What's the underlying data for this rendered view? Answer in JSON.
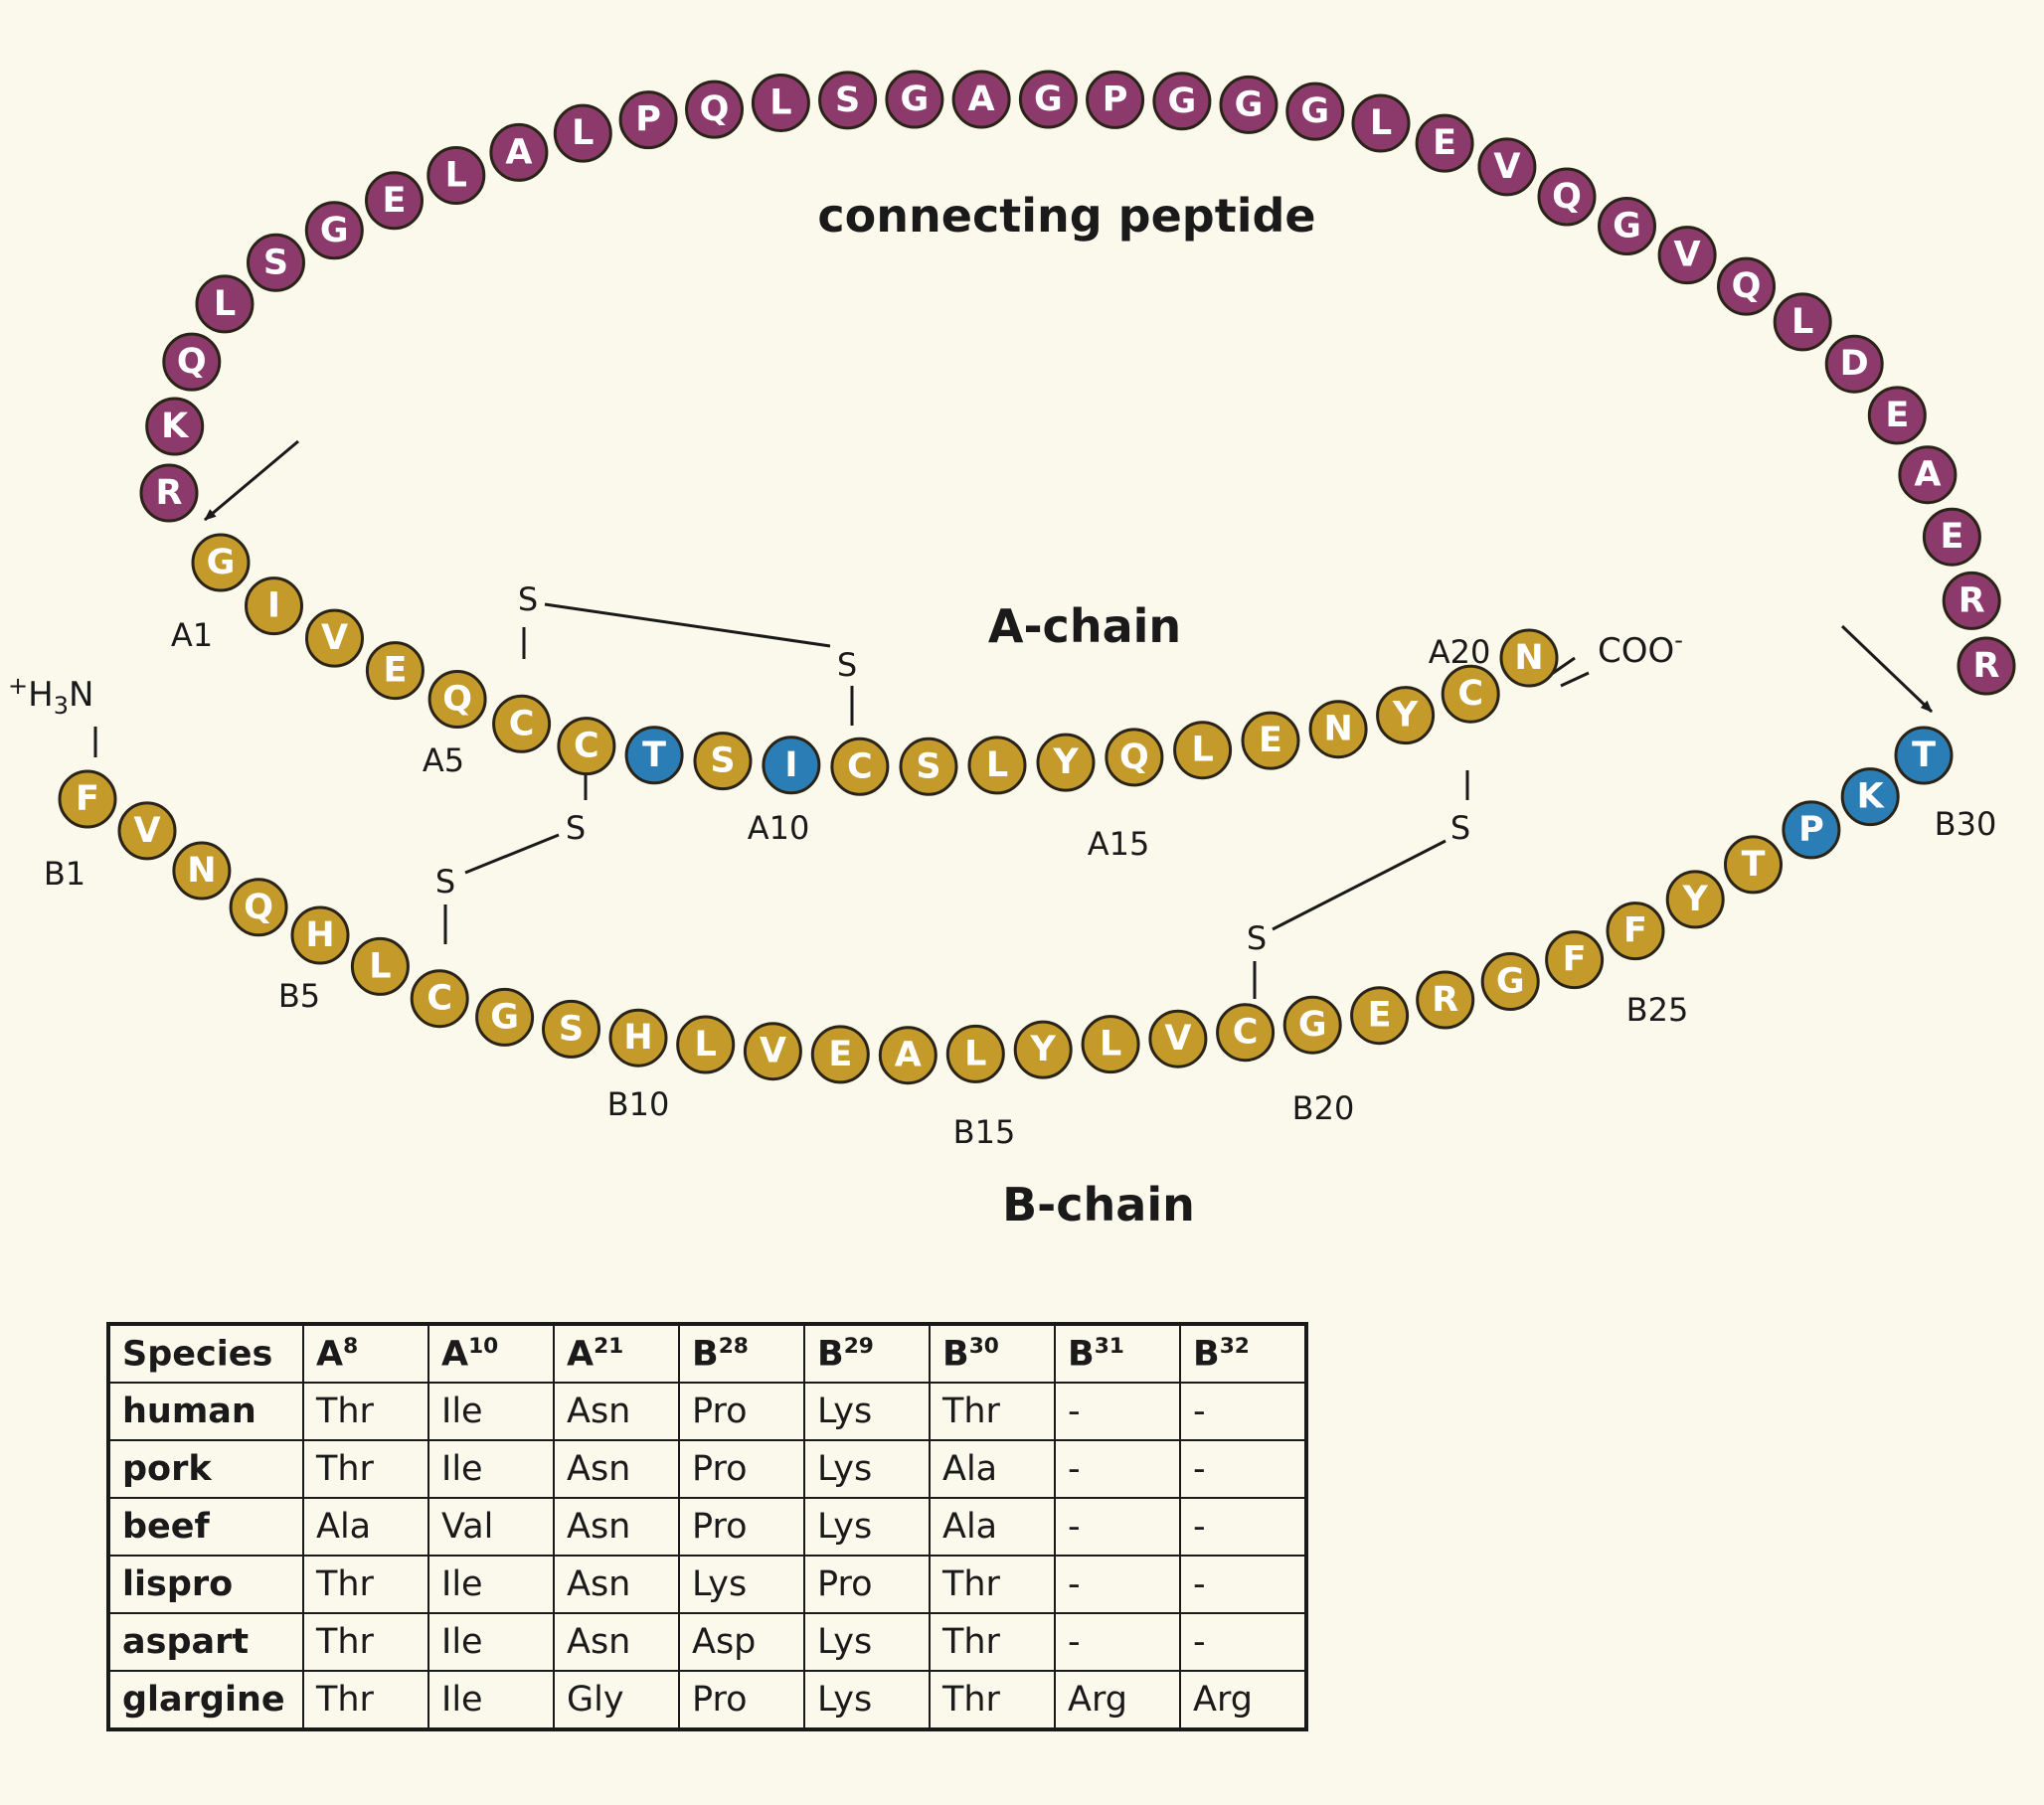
{
  "labels": {
    "connecting_peptide": "connecting peptide",
    "a_chain": "A-chain",
    "b_chain": "B-chain",
    "n_term_prefix": "+",
    "n_term_main": "H",
    "n_term_sub": "3",
    "n_term_suffix": "N",
    "c_term": "COO",
    "c_term_sup": "-",
    "sulfur": "S",
    "positions": {
      "A1": "A1",
      "A5": "A5",
      "A10": "A10",
      "A15": "A15",
      "A20": "A20",
      "B1": "B1",
      "B5": "B5",
      "B10": "B10",
      "B15": "B15",
      "B20": "B20",
      "B25": "B25",
      "B30": "B30"
    }
  },
  "colors": {
    "connecting_peptide": "#8b3a6b",
    "chain": "#c49a2b",
    "variable_site": "#2b7db5",
    "background": "#fbf8ec"
  },
  "sequences": {
    "connecting_peptide": [
      "R",
      "K",
      "Q",
      "L",
      "S",
      "G",
      "E",
      "L",
      "A",
      "L",
      "P",
      "Q",
      "L",
      "S",
      "G",
      "A",
      "G",
      "P",
      "G",
      "G",
      "G",
      "L",
      "E",
      "V",
      "Q",
      "G",
      "V",
      "Q",
      "L",
      "D",
      "E",
      "A",
      "E",
      "R",
      "R"
    ],
    "a_chain": [
      "G",
      "I",
      "V",
      "E",
      "Q",
      "C",
      "C",
      "T",
      "S",
      "I",
      "C",
      "S",
      "L",
      "Y",
      "Q",
      "L",
      "E",
      "N",
      "Y",
      "C",
      "N"
    ],
    "b_chain": [
      "F",
      "V",
      "N",
      "Q",
      "H",
      "L",
      "C",
      "G",
      "S",
      "H",
      "L",
      "V",
      "E",
      "A",
      "L",
      "Y",
      "L",
      "V",
      "C",
      "G",
      "E",
      "R",
      "G",
      "F",
      "F",
      "Y",
      "T",
      "P",
      "K",
      "T"
    ],
    "highlighted": [
      "A8",
      "A10",
      "B28",
      "B29",
      "B30"
    ]
  },
  "table": {
    "headers": [
      {
        "base": "Species",
        "sup": ""
      },
      {
        "base": "A",
        "sup": "8"
      },
      {
        "base": "A",
        "sup": "10"
      },
      {
        "base": "A",
        "sup": "21"
      },
      {
        "base": "B",
        "sup": "28"
      },
      {
        "base": "B",
        "sup": "29"
      },
      {
        "base": "B",
        "sup": "30"
      },
      {
        "base": "B",
        "sup": "31"
      },
      {
        "base": "B",
        "sup": "32"
      }
    ],
    "rows": [
      [
        "human",
        "Thr",
        "Ile",
        "Asn",
        "Pro",
        "Lys",
        "Thr",
        "-",
        "-"
      ],
      [
        "pork",
        "Thr",
        "Ile",
        "Asn",
        "Pro",
        "Lys",
        "Ala",
        "-",
        "-"
      ],
      [
        "beef",
        "Ala",
        "Val",
        "Asn",
        "Pro",
        "Lys",
        "Ala",
        "-",
        "-"
      ],
      [
        "lispro",
        "Thr",
        "Ile",
        "Asn",
        "Lys",
        "Pro",
        "Thr",
        "-",
        "-"
      ],
      [
        "aspart",
        "Thr",
        "Ile",
        "Asn",
        "Asp",
        "Lys",
        "Thr",
        "-",
        "-"
      ],
      [
        "glargine",
        "Thr",
        "Ile",
        "Gly",
        "Pro",
        "Lys",
        "Thr",
        "Arg",
        "Arg"
      ]
    ]
  }
}
